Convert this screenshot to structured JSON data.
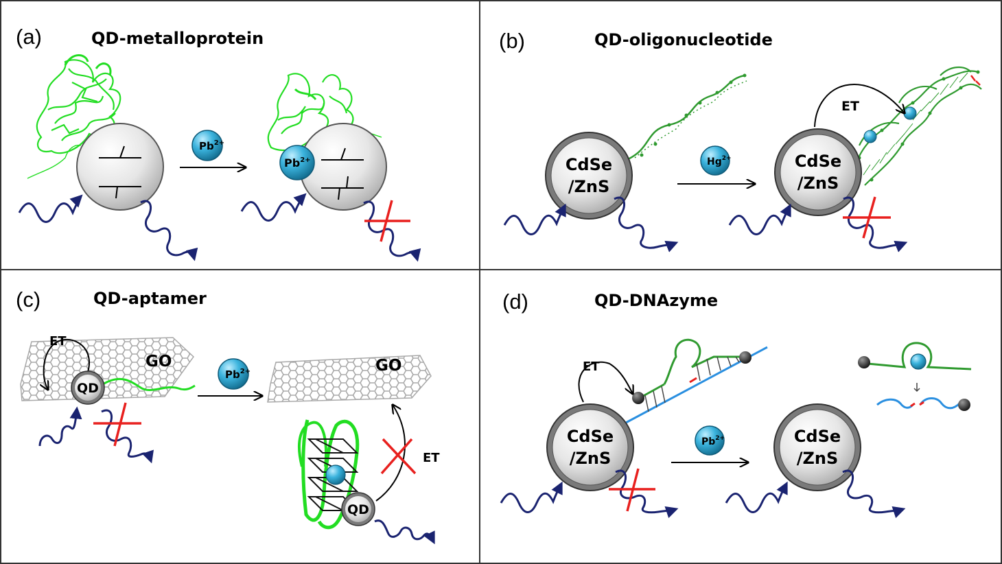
{
  "panels": {
    "a": {
      "letter": "(a)",
      "title": "QD-metalloprotein",
      "ion": "Pb",
      "ion_charge": "2+"
    },
    "b": {
      "letter": "(b)",
      "title": "QD-oligonucleotide",
      "ion": "Hg",
      "ion_charge": "2+",
      "qd_line1": "CdSe",
      "qd_line2": "/ZnS",
      "et": "ET"
    },
    "c": {
      "letter": "(c)",
      "title": "QD-aptamer",
      "ion": "Pb",
      "ion_charge": "2+",
      "qd": "QD",
      "go": "GO",
      "et": "ET"
    },
    "d": {
      "letter": "(d)",
      "title": "QD-DNAzyme",
      "ion": "Pb",
      "ion_charge": "2+",
      "qd_line1": "CdSe",
      "qd_line2": "/ZnS",
      "et": "ET"
    }
  },
  "colors": {
    "photon": "#1a2370",
    "quench": "#e8201e",
    "protein": "#22dd22",
    "dna_green": "#2f9a2f",
    "aptamer": "#22dd22",
    "substrate": "#2a8fe0",
    "ion_fill": "#3bb3dd",
    "graphene": "#a8a8a8"
  }
}
